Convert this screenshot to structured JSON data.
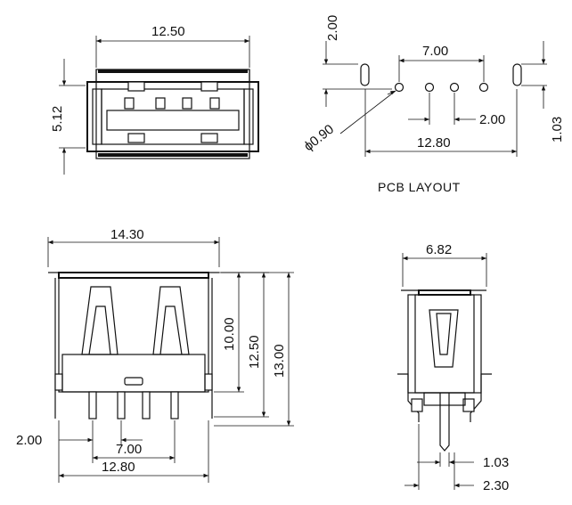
{
  "title_pcb": "PCB LAYOUT",
  "dims": {
    "front_width": "12.50",
    "front_height": "5.12",
    "pcb_pad_y": "2.00",
    "pcb_pin_pitch": "7.00",
    "pcb_pin_spacing": "2.00",
    "pcb_hole_dia": "ϕ0.90",
    "pcb_overall": "12.80",
    "pcb_slot_len": "1.03",
    "top_width": "14.30",
    "top_h1": "10.00",
    "top_h2": "12.50",
    "top_h3": "13.00",
    "top_pin_spacing": "2.00",
    "top_pin_pitch": "7.00",
    "top_overall": "12.80",
    "side_width": "6.82",
    "side_pin_w": "1.03",
    "side_pin_off": "2.30"
  }
}
